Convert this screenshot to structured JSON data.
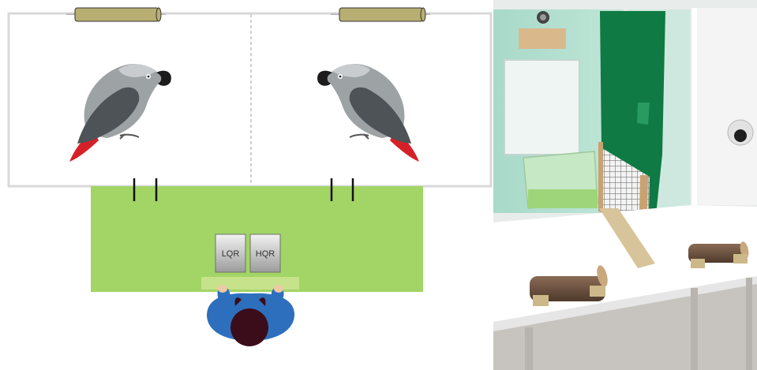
{
  "figure": {
    "left_panel": {
      "reward_boxes": [
        {
          "id": "lqr",
          "label": "LQR"
        },
        {
          "id": "hqr",
          "label": "HQR"
        }
      ],
      "colors": {
        "table": "#a2d565",
        "perch": "#b8ae72",
        "parrot_body": "#4d5356",
        "parrot_tail": "#d62028",
        "person_shirt": "#2e6fbd",
        "person_hair": "#3b0d1a"
      },
      "icons": [
        "perch-icon",
        "parrot-icon",
        "person-icon"
      ]
    },
    "right_panel": {
      "type": "photo",
      "icons": [
        "camera-icon",
        "mesh-partition-icon",
        "wooden-perch-icon"
      ]
    }
  }
}
